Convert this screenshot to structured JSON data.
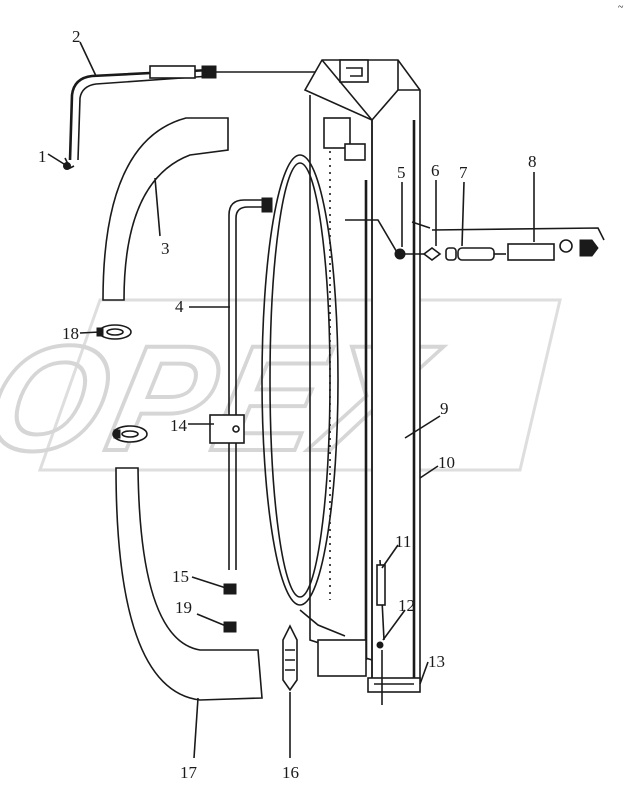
{
  "watermark": {
    "text": "OPEX"
  },
  "callouts": [
    {
      "id": "1",
      "text": "1"
    },
    {
      "id": "2",
      "text": "2"
    },
    {
      "id": "3",
      "text": "3"
    },
    {
      "id": "4",
      "text": "4"
    },
    {
      "id": "5",
      "text": "5"
    },
    {
      "id": "6",
      "text": "6"
    },
    {
      "id": "7",
      "text": "7"
    },
    {
      "id": "8",
      "text": "8"
    },
    {
      "id": "9",
      "text": "9"
    },
    {
      "id": "10",
      "text": "10"
    },
    {
      "id": "11",
      "text": "11"
    },
    {
      "id": "12",
      "text": "12"
    },
    {
      "id": "13",
      "text": "13"
    },
    {
      "id": "14",
      "text": "14"
    },
    {
      "id": "15",
      "text": "15"
    },
    {
      "id": "16",
      "text": "16"
    },
    {
      "id": "17",
      "text": "17"
    },
    {
      "id": "18",
      "text": "18"
    },
    {
      "id": "19",
      "text": "19"
    }
  ],
  "corner_mark": "~"
}
